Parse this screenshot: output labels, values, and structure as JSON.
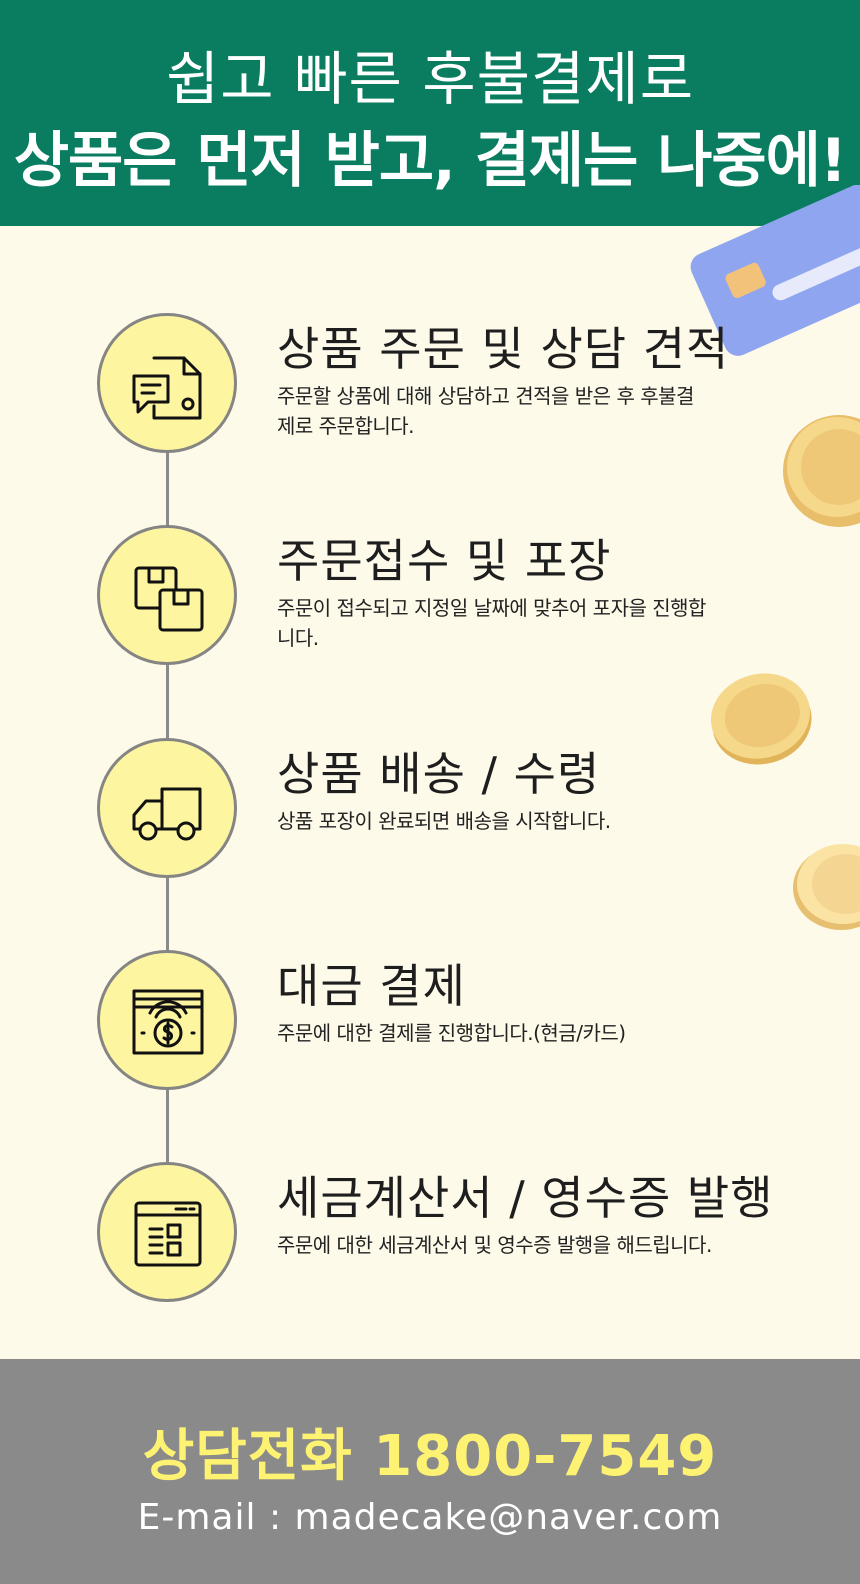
{
  "header": {
    "line1": "쉽고 빠른 후불결제로",
    "line2": "상품은 먼저 받고, 결제는 나중에!"
  },
  "steps": [
    {
      "title": "상품 주문 및 상담 견적",
      "desc": "주문할 상품에 대해 상담하고 견적을 받은 후 후불결제로 주문합니다.",
      "icon": "chat-document-icon"
    },
    {
      "title": "주문접수 및 포장",
      "desc": "주문이 접수되고 지정일 날짜에 맞추어 포자을 진행합니다.",
      "icon": "boxes-icon"
    },
    {
      "title": "상품 배송 / 수령",
      "desc": "상품 포장이 완료되면 배송을 시작합니다.",
      "icon": "truck-icon"
    },
    {
      "title": "대금 결제",
      "desc": "주문에 대한 결제를 진행합니다.(현금/카드)",
      "icon": "cash-icon"
    },
    {
      "title": "세금계산서 / 영수증 발행",
      "desc": "주문에 대한 세금계산서 및 영수증 발행을 해드립니다.",
      "icon": "invoice-window-icon"
    }
  ],
  "footer": {
    "phone": "상담전화 1800-7549",
    "email": "E-mail : madecake@naver.com"
  },
  "colors": {
    "header_bg": "#0a7d60",
    "body_bg": "#fdfaea",
    "circle_fill": "#fef5a0",
    "footer_bg": "#8a8a8a",
    "phone_text": "#fef272"
  }
}
